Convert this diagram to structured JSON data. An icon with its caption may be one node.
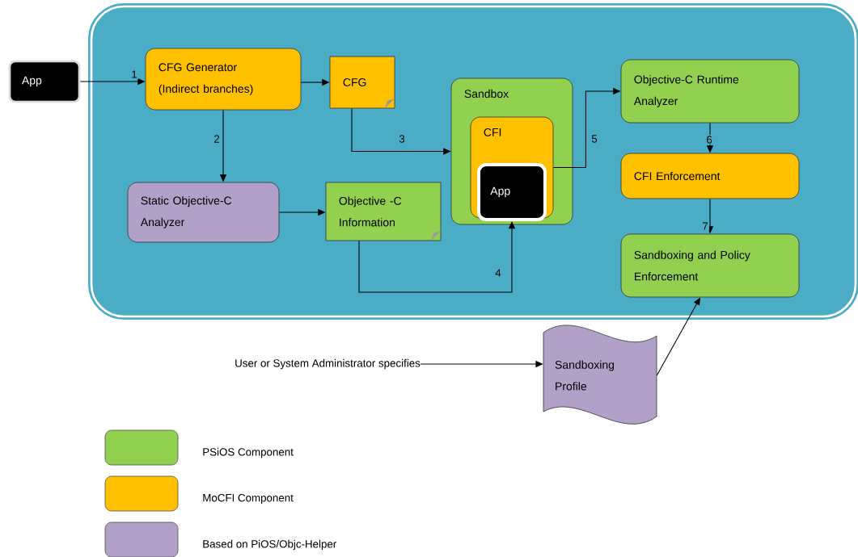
{
  "diagram": {
    "nodes": [
      {
        "text": [
          "App"
        ]
      },
      {
        "text": [],
        "shape": "box"
      },
      {
        "text": [
          "CFG Generator (Indirect branches)"
        ],
        "in": 1
      },
      {
        "text": [
          "CFG"
        ],
        "in": 1
      },
      {
        "text": [
          "Sandbox"
        ],
        "in": 1
      },
      {
        "text": [
          "CFI"
        ],
        "in": 4
      },
      {
        "text": [
          "App"
        ],
        "in": 5
      },
      {
        "text": [
          "Objective-C Runtime Analyzer"
        ],
        "in": 1
      },
      {
        "text": [
          "Static Objective-C Analyzer"
        ],
        "in": 1
      },
      {
        "text": [
          "Objective -C Information"
        ],
        "in": 1
      },
      {
        "text": [
          "CFI Enforcement"
        ],
        "in": 1
      },
      {
        "text": [
          "Sandboxing and Policy Enforcement"
        ],
        "in": 1
      },
      {
        "text": [
          "User or System Administrator specifies"
        ]
      },
      {
        "text": [
          "Sandboxing Profile"
        ]
      }
    ],
    "edges": [
      {
        "from": 0,
        "to": 2,
        "arrow": "to",
        "label": "1"
      },
      {
        "from": 2,
        "to": 3,
        "arrow": "to"
      },
      {
        "from": 3,
        "to": 4,
        "arrow": "to",
        "label": "3"
      },
      {
        "from": 2,
        "to": 8,
        "arrow": "to",
        "label": "2"
      },
      {
        "from": 8,
        "to": 9,
        "arrow": "to"
      },
      {
        "from": 9,
        "to": 6,
        "arrow": "to",
        "label": "4"
      },
      {
        "from": 5,
        "to": 7,
        "arrow": "to",
        "label": "5"
      },
      {
        "from": 7,
        "to": 10,
        "arrow": "to",
        "label": "6"
      },
      {
        "from": 10,
        "to": 11,
        "arrow": "to",
        "label": "7"
      },
      {
        "from": 12,
        "to": 13,
        "arrow": "to"
      },
      {
        "from": 13,
        "to": 11,
        "arrow": "to"
      }
    ],
    "legend": [
      {
        "text": "PSiOS Component",
        "color": "#92d050"
      },
      {
        "text": "MoCFI Component",
        "color": "#ffc000"
      },
      {
        "text": "Based on PiOS/Objc-Helper",
        "color": "#b1a0c7"
      }
    ]
  }
}
